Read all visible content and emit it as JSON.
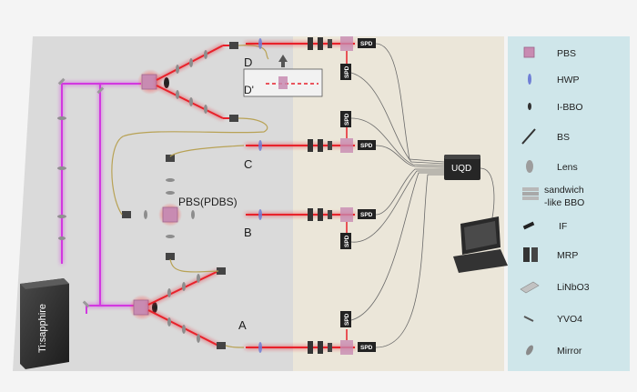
{
  "colors": {
    "laser_red": "#e8202a",
    "pump_violet": "#d238e0",
    "fiber": "#b8a255",
    "cable": "#666666",
    "left_table": "#dcdcdc",
    "right_table": "#ebe6da",
    "legend_panel": "#cfe6ea"
  },
  "labels": {
    "laser": "Ti:sapphire",
    "pbs_center": "PBS(PDBS)",
    "port_a": "A",
    "port_b": "B",
    "port_c": "C",
    "port_d": "D",
    "port_d_prime": "D'",
    "uqd": "UQD",
    "spd": "SPD"
  },
  "legend": [
    {
      "icon": "pbs-icon",
      "label": "PBS"
    },
    {
      "icon": "hwp-icon",
      "label": "HWP"
    },
    {
      "icon": "i-bbo-icon",
      "label": "I-BBO"
    },
    {
      "icon": "bs-icon",
      "label": "BS"
    },
    {
      "icon": "lens-icon",
      "label": "Lens"
    },
    {
      "icon": "sandwich-bbo-icon",
      "label": "sandwich-like BBO",
      "line1": "sandwich",
      "line2": "-like BBO"
    },
    {
      "icon": "if-icon",
      "label": "IF"
    },
    {
      "icon": "mrp-icon",
      "label": "MRP"
    },
    {
      "icon": "linbo3-icon",
      "label": "LiNbO3"
    },
    {
      "icon": "yvo4-icon",
      "label": "YVO4"
    },
    {
      "icon": "mirror-icon",
      "label": "Mirror"
    }
  ]
}
